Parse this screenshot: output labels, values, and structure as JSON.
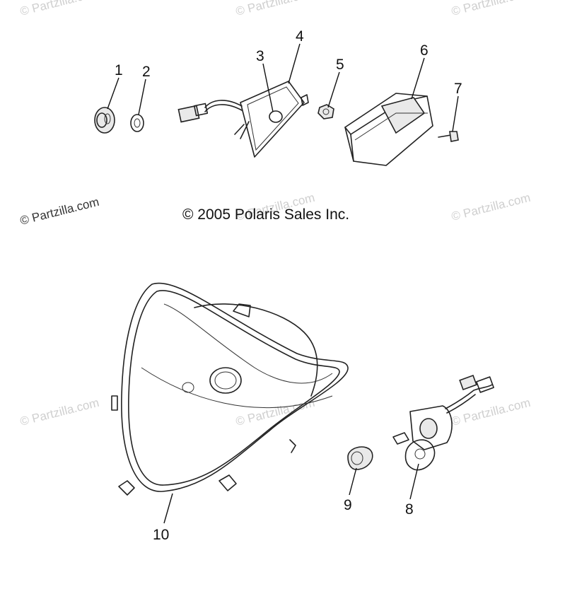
{
  "copyright": "© 2005 Polaris Sales Inc.",
  "watermark": "© Partzilla.com",
  "callouts": {
    "c1": "1",
    "c2": "2",
    "c3": "3",
    "c4": "4",
    "c5": "5",
    "c6": "6",
    "c7": "7",
    "c8": "8",
    "c9": "9",
    "c10": "10"
  }
}
